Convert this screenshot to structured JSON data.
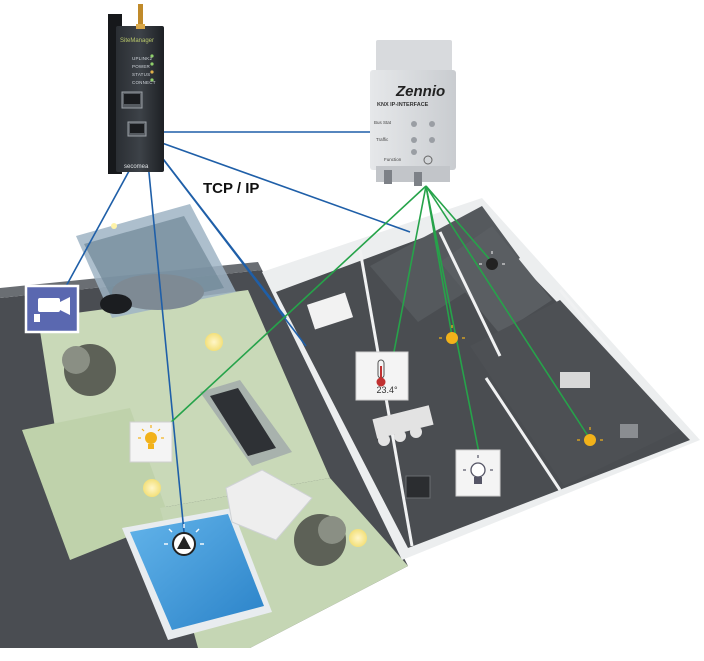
{
  "router": {
    "brand": "SiteManager",
    "led_labels": [
      "UPLINK2",
      "POWER",
      "STATUS",
      "CONNECT"
    ],
    "footer_brand": "secomea"
  },
  "knx_interface": {
    "brand": "Zennio",
    "model": "KNX IP-INTERFACE",
    "labels": [
      "Bus Stat",
      "Traffic",
      "Function"
    ]
  },
  "connection_label": "TCP / IP",
  "thermostat": {
    "temperature": "23.4°"
  },
  "colors": {
    "ip_link": "#1f5fa8",
    "knx_link": "#26a34a",
    "lamp_on": "#f2b21a",
    "camera_badge": "#5a68b0",
    "pool": "#3b95d6",
    "lawn": "#c9d9b8"
  },
  "icons": [
    "camera-icon",
    "thermometer-icon",
    "lightbulb-icon",
    "pool-light-icon",
    "router-icon",
    "knx-module-icon"
  ]
}
